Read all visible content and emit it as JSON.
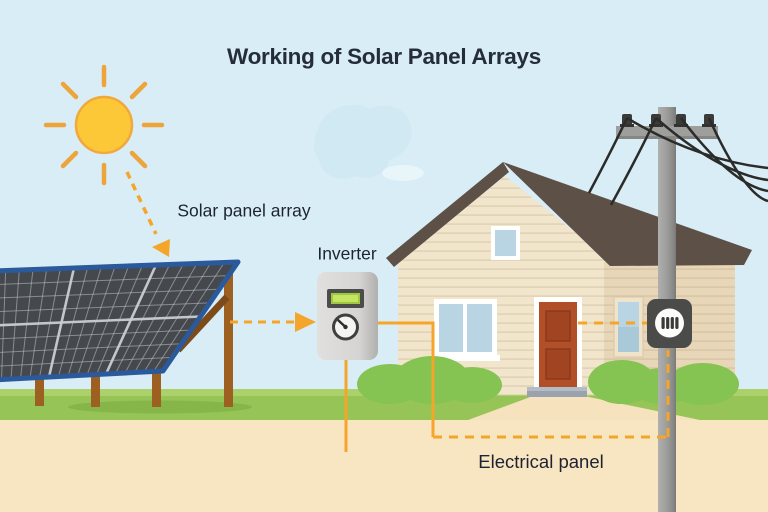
{
  "title": "Working of Solar Panel Arrays",
  "labels": {
    "solar_panel_array": "Solar panel array",
    "inverter": "Inverter",
    "electrical_panel": "Electrical panel"
  },
  "colors": {
    "sky": "#d9edf6",
    "sun_fill": "#fcc838",
    "sun_stroke": "#f0a93a",
    "ray": "#eda43a",
    "accent_orange": "#f5a62a",
    "grass": "#97c457",
    "grass_light": "#aed36e",
    "sand": "#f8e5c2",
    "roof_brown": "#5d5046",
    "wall_cream": "#f1e5cc",
    "wall_side": "#e7d6b8",
    "door_red": "#b14f28",
    "panel_cell": "#45494e",
    "panel_frame": "#2b5a9c",
    "wood_brown": "#9d6021",
    "pole_gray": "#9a9a98",
    "device_gray": "#4b4b49",
    "screen_green": "#9cc93e",
    "title_text": "#262d3a",
    "label_text": "#1d2330"
  }
}
